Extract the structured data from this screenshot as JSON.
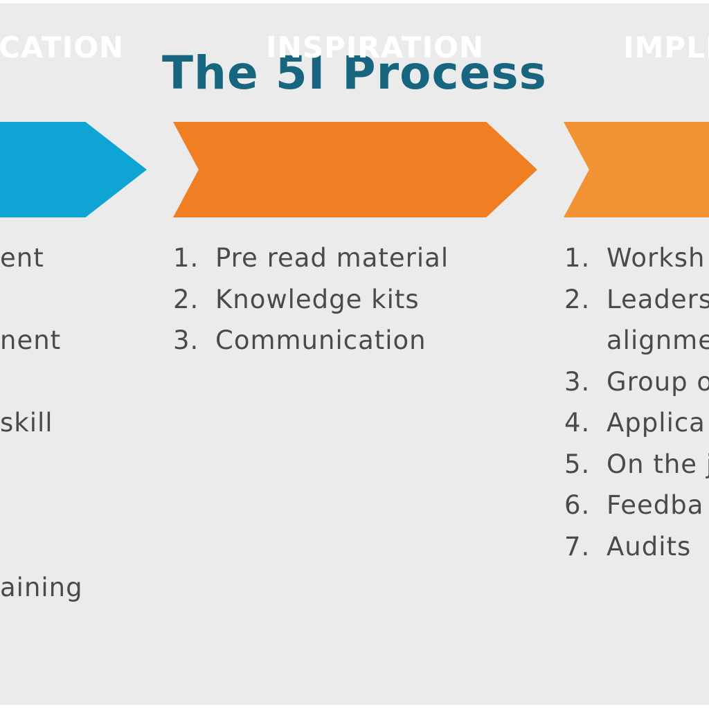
{
  "title": "The 5I Process",
  "colors": {
    "title": "#17657f",
    "stage_blue": "#0ea5d4",
    "stage_orange": "#ef7f22",
    "stage_light_orange": "#f29333",
    "text": "#4a4a4a",
    "background": "#ebebeb"
  },
  "stages": [
    {
      "label": "CATION",
      "items": [
        {
          "num": "",
          "text": "ent"
        },
        {
          "num": "",
          "text": ""
        },
        {
          "num": "",
          "text": "nent"
        },
        {
          "num": "",
          "text": ""
        },
        {
          "num": "",
          "text": "skill"
        },
        {
          "num": "",
          "text": ""
        },
        {
          "num": "",
          "text": ""
        },
        {
          "num": "",
          "text": ""
        },
        {
          "num": "",
          "text": "aining"
        }
      ]
    },
    {
      "label": "INSPIRATION",
      "items": [
        {
          "num": "1.",
          "text": "Pre read material"
        },
        {
          "num": "2.",
          "text": "Knowledge kits"
        },
        {
          "num": "3.",
          "text": "Communication"
        }
      ]
    },
    {
      "label": "IMPLE",
      "items": [
        {
          "num": "1.",
          "text": "Worksh"
        },
        {
          "num": "2.",
          "text": "Leaders"
        },
        {
          "num": "",
          "text": "alignme"
        },
        {
          "num": "3.",
          "text": "Group o"
        },
        {
          "num": "4.",
          "text": "Applica"
        },
        {
          "num": "5.",
          "text": "On the j"
        },
        {
          "num": "6.",
          "text": "Feedba"
        },
        {
          "num": "7.",
          "text": "Audits"
        }
      ]
    }
  ]
}
